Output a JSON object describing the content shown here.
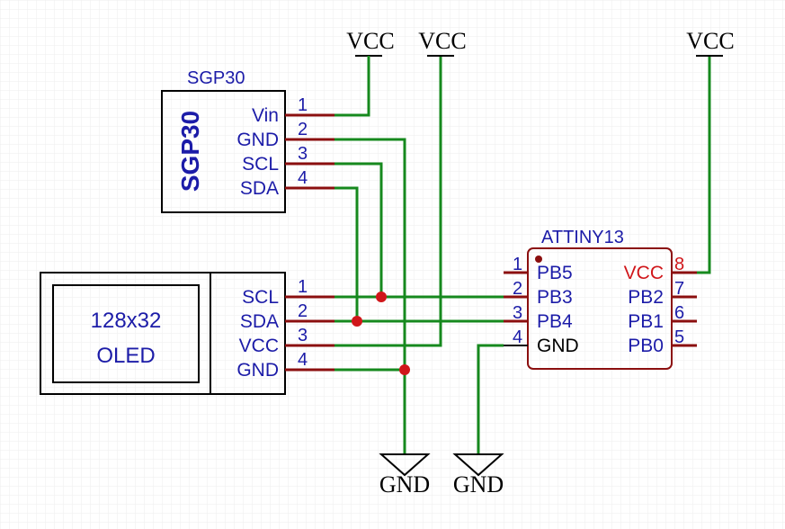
{
  "sgp30": {
    "title": "SGP30",
    "body_label": "SGP30",
    "pins": [
      {
        "num": "1",
        "name": "Vin"
      },
      {
        "num": "2",
        "name": "GND"
      },
      {
        "num": "3",
        "name": "SCL"
      },
      {
        "num": "4",
        "name": "SDA"
      }
    ]
  },
  "oled": {
    "line1": "128x32",
    "line2": "OLED",
    "pins": [
      {
        "num": "1",
        "name": "SCL"
      },
      {
        "num": "2",
        "name": "SDA"
      },
      {
        "num": "3",
        "name": "VCC"
      },
      {
        "num": "4",
        "name": "GND"
      }
    ]
  },
  "attiny": {
    "title": "ATTINY13",
    "left_pins": [
      {
        "num": "1",
        "name": "PB5"
      },
      {
        "num": "2",
        "name": "PB3"
      },
      {
        "num": "3",
        "name": "PB4"
      },
      {
        "num": "4",
        "name": "GND"
      }
    ],
    "right_pins": [
      {
        "num": "8",
        "name": "VCC"
      },
      {
        "num": "7",
        "name": "PB2"
      },
      {
        "num": "6",
        "name": "PB1"
      },
      {
        "num": "5",
        "name": "PB0"
      }
    ]
  },
  "power": {
    "vcc1": "VCC",
    "vcc2": "VCC",
    "vcc3": "VCC",
    "gnd1": "GND",
    "gnd2": "GND"
  },
  "colors": {
    "wire": "#16891e",
    "pin": "#8b0f0f",
    "text": "#1c1ca8",
    "junction": "#d0161a",
    "vcc_label": "#d0161a"
  }
}
